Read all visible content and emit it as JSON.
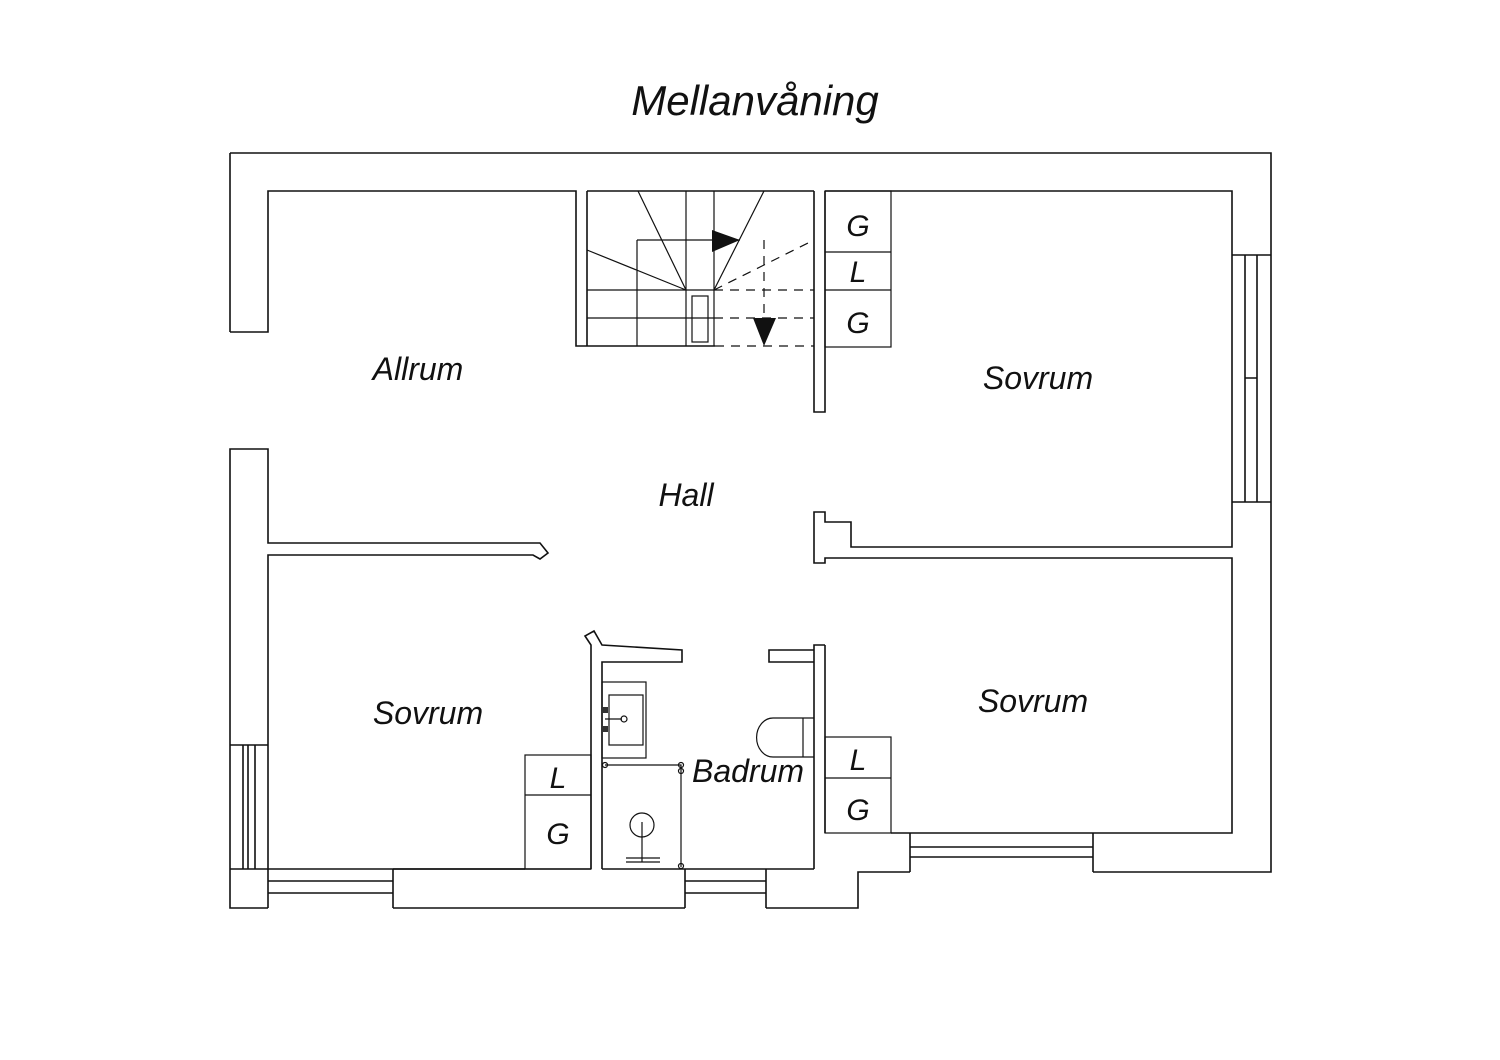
{
  "title": "Mellanvåning",
  "rooms": {
    "allrum": "Allrum",
    "hall": "Hall",
    "sovrum_top_right": "Sovrum",
    "sovrum_bottom_left": "Sovrum",
    "sovrum_bottom_right": "Sovrum",
    "badrum": "Badrum"
  },
  "closets": {
    "top_right": [
      "G",
      "L",
      "G"
    ],
    "bottom_left": [
      "L",
      "G"
    ],
    "bottom_right": [
      "L",
      "G"
    ]
  },
  "colors": {
    "line": "#111111",
    "background": "#ffffff"
  }
}
